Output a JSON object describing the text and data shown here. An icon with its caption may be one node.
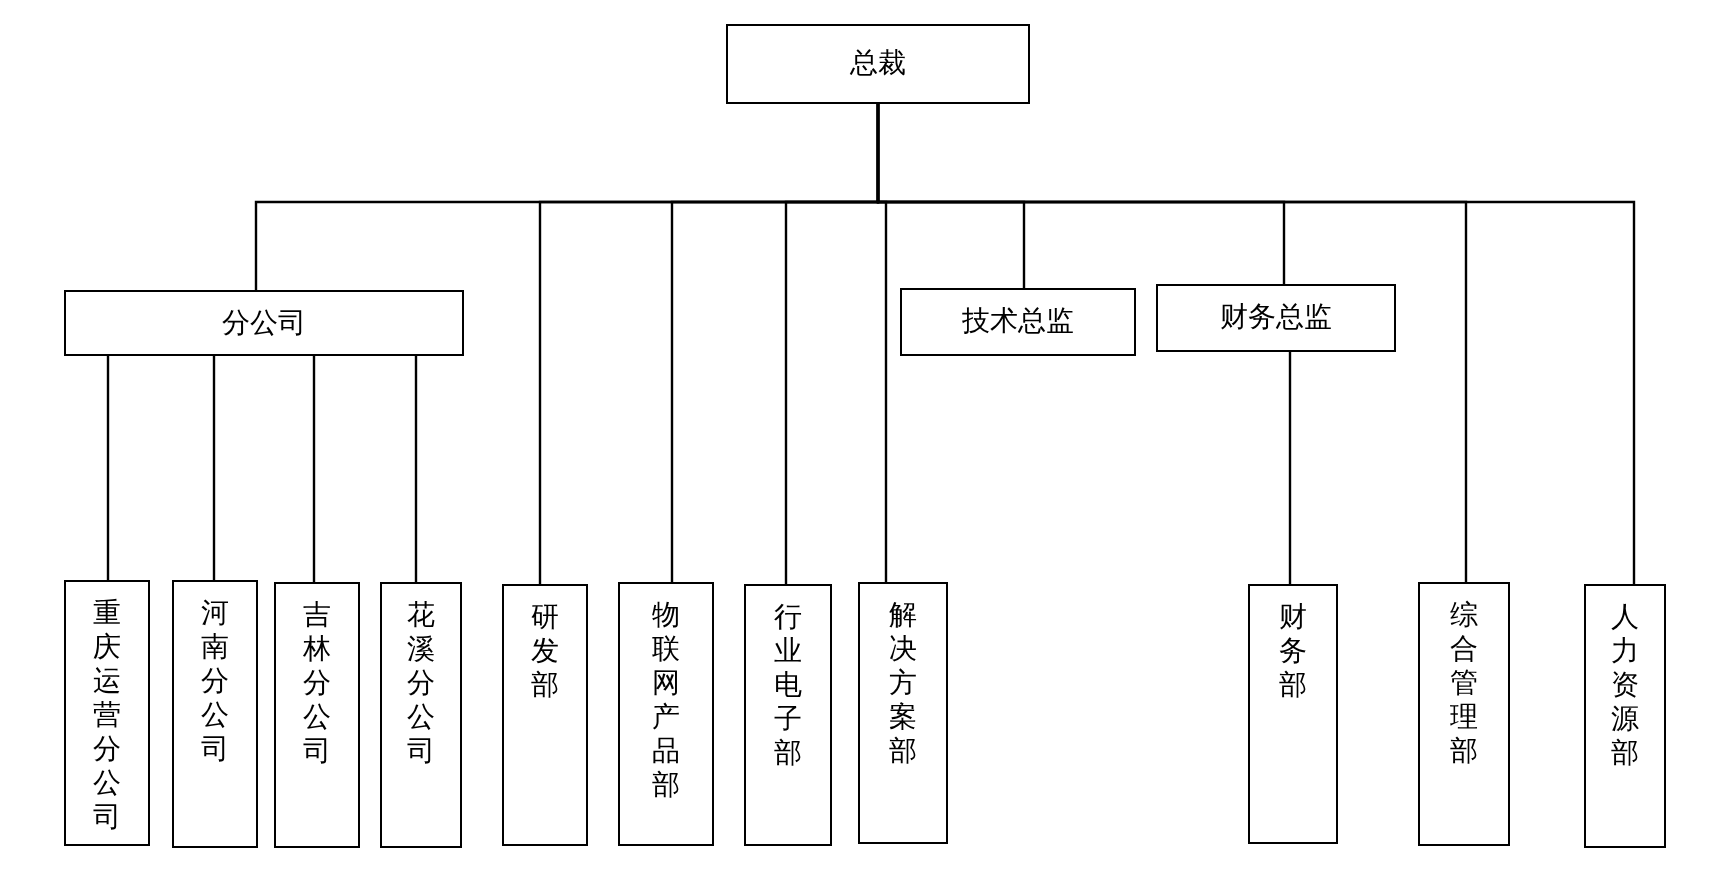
{
  "diagram": {
    "nodes": [
      {
        "text": [
          "总裁"
        ]
      },
      {
        "text": [
          "分公司"
        ]
      },
      {
        "text": [
          "技术总监"
        ]
      },
      {
        "text": [
          "财务总监"
        ]
      },
      {
        "text": [
          "重庆运营分公司"
        ]
      },
      {
        "text": [
          "河南分公司"
        ]
      },
      {
        "text": [
          "吉林分公司"
        ]
      },
      {
        "text": [
          "花溪分公司"
        ]
      },
      {
        "text": [
          "研发部"
        ]
      },
      {
        "text": [
          "物联网产品部"
        ]
      },
      {
        "text": [
          "行业电子部"
        ]
      },
      {
        "text": [
          "解决方案部"
        ]
      },
      {
        "text": [
          "财务部"
        ]
      },
      {
        "text": [
          "综合管理部"
        ]
      },
      {
        "text": [
          "人力资源部"
        ]
      }
    ],
    "edges": [
      {
        "from": 0,
        "to": 1,
        "arrow": "none"
      },
      {
        "from": 0,
        "to": 8,
        "arrow": "none"
      },
      {
        "from": 0,
        "to": 9,
        "arrow": "none"
      },
      {
        "from": 0,
        "to": 10,
        "arrow": "none"
      },
      {
        "from": 0,
        "to": 11,
        "arrow": "none"
      },
      {
        "from": 0,
        "to": 2,
        "arrow": "none"
      },
      {
        "from": 0,
        "to": 3,
        "arrow": "none"
      },
      {
        "from": 0,
        "to": 13,
        "arrow": "none"
      },
      {
        "from": 0,
        "to": 14,
        "arrow": "none"
      },
      {
        "from": 1,
        "to": 4,
        "arrow": "none"
      },
      {
        "from": 1,
        "to": 5,
        "arrow": "none"
      },
      {
        "from": 1,
        "to": 6,
        "arrow": "none"
      },
      {
        "from": 1,
        "to": 7,
        "arrow": "none"
      },
      {
        "from": 3,
        "to": 12,
        "arrow": "none"
      }
    ]
  }
}
